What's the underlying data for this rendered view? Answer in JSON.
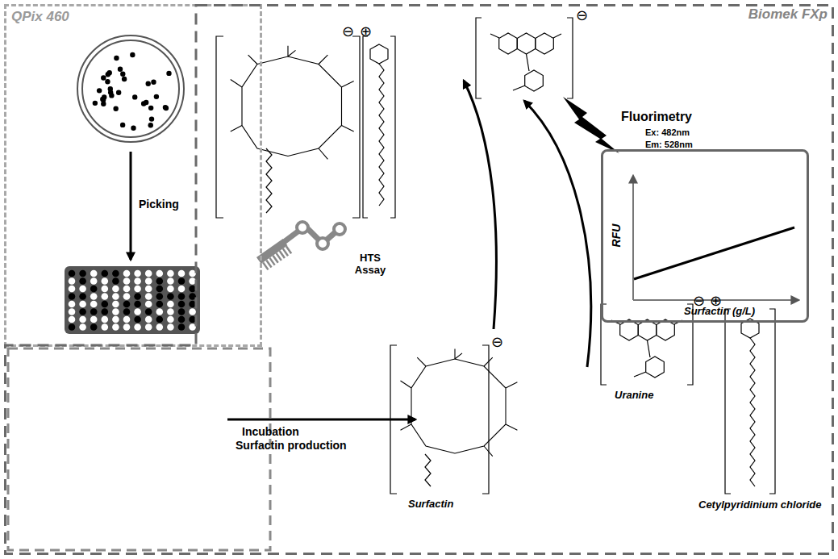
{
  "diagram": {
    "nodes": [
      {
        "text": [
          "QPix 460"
        ]
      },
      {
        "text": [
          "Biomek FXp"
        ]
      },
      {
        "text": [
          "RFU",
          "Surfactin (g/L)"
        ],
        "in": 1
      }
    ],
    "labels": [
      "Picking",
      "Incubation",
      "Surfactin production",
      "HTS Assay",
      "Fluorimetry",
      "Ex: 482nm",
      "Em: 528nm",
      "Surfactin",
      "Uranine",
      "Cetylpyridinium chloride",
      "⊖",
      "⊕",
      "⊖",
      "⊖",
      "⊖",
      "⊕"
    ]
  }
}
